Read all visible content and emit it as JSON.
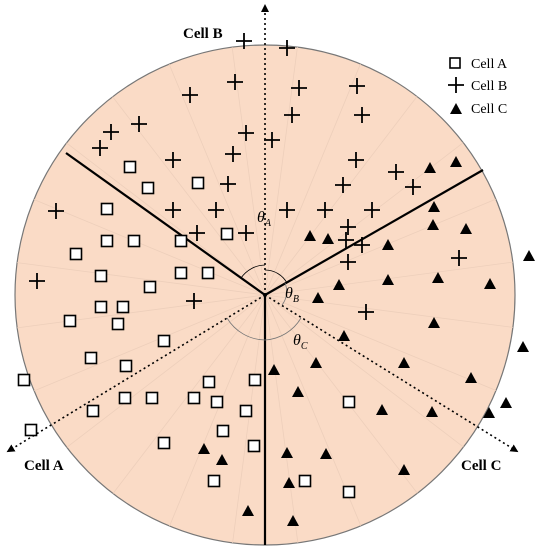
{
  "labels": {
    "cell_b_axis": "Cell B",
    "cell_a_axis": "Cell A",
    "cell_c_axis": "Cell C"
  },
  "legend": {
    "items": [
      {
        "label": "Cell A",
        "marker": "square"
      },
      {
        "label": "Cell B",
        "marker": "plus"
      },
      {
        "label": "Cell C",
        "marker": "triangle"
      }
    ]
  },
  "angles": {
    "theta_a": {
      "symbol": "θ",
      "sub": "A"
    },
    "theta_b": {
      "symbol": "θ",
      "sub": "B"
    },
    "theta_c": {
      "symbol": "θ",
      "sub": "C"
    }
  },
  "colors": {
    "disk_fill": "#fadbc6",
    "disk_stroke": "#777777",
    "ray_stroke": "#e8c9b4",
    "marker": "#000000"
  }
}
